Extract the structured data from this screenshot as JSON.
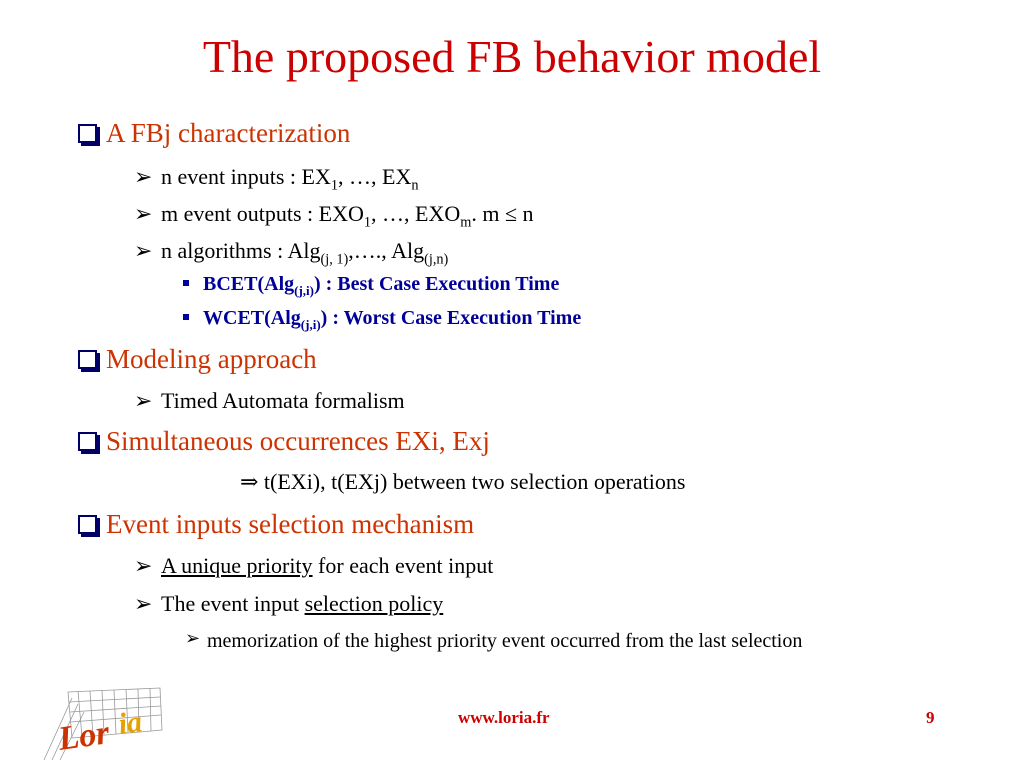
{
  "slide": {
    "title": "The proposed FB behavior model",
    "sec1": {
      "heading": "A FBj characterization",
      "inputs": {
        "a": "n event inputs : EX",
        "sub1": "1",
        "b": ", …, EX",
        "sub2": "n"
      },
      "outputs": {
        "a": "m event outputs : EXO",
        "sub1": "1",
        "b": ", …, EXO",
        "sub2": "m",
        "c": ". m ≤ n"
      },
      "algorithms": {
        "a": "n algorithms : Alg",
        "sub1": "(j, 1)",
        "b": ",…., Alg",
        "sub2": "(j,n)"
      },
      "bcet": {
        "a": "BCET(Alg",
        "sub": "(j,i)",
        "b": ") : Best Case Execution Time"
      },
      "wcet": {
        "a": "WCET(Alg",
        "sub": "(j,i)",
        "b": ") : Worst Case Execution Time"
      }
    },
    "sec2": {
      "heading": "Modeling approach",
      "item1": "Timed Automata formalism"
    },
    "sec3": {
      "heading": "Simultaneous occurrences EXi, Exj",
      "implies": "⇒ t(EXi), t(EXj) between two selection operations"
    },
    "sec4": {
      "heading": "Event inputs selection mechanism",
      "item1": {
        "link": "A unique priority",
        "rest": " for each event input"
      },
      "item2": {
        "text": "The event input ",
        "link": "selection policy"
      },
      "item3": "memorization of the highest priority event occurred from the last selection"
    },
    "footer": {
      "url": "www.loria.fr",
      "page": "9"
    },
    "logo": {
      "text": "Loria",
      "main_color": "#cc3300",
      "accent_color": "#e8a000"
    },
    "colors": {
      "title": "#cc0000",
      "bullet1": "#cc3300",
      "bold_sub": "#000099"
    }
  }
}
